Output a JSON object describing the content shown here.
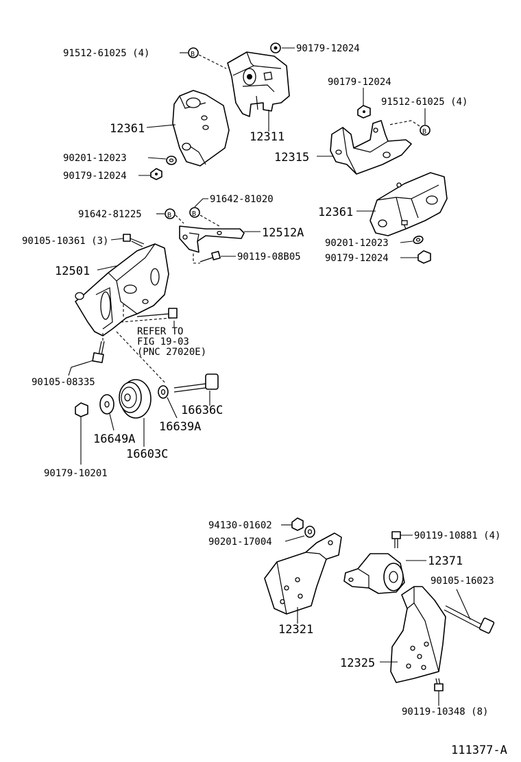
{
  "figure_code": "111377-A",
  "refer_note": [
    "REFER TO",
    "FIG 19-03",
    "(PNC 27020E)"
  ],
  "callout_marker": "B",
  "part_labels": {
    "p_91512_61025_a": "91512-61025 (4)",
    "p_90179_12024_a": "90179-12024",
    "p_12311": "12311",
    "p_12361_a": "12361",
    "p_90201_12023_a": "90201-12023",
    "p_90179_12024_b": "90179-12024",
    "p_90179_12024_c": "90179-12024",
    "p_91512_61025_b": "91512-61025 (4)",
    "p_12315": "12315",
    "p_12361_b": "12361",
    "p_90201_12023_b": "90201-12023",
    "p_90179_12024_d": "90179-12024",
    "p_91642_81020": "91642-81020",
    "p_91642_81225": "91642-81225",
    "p_12512a": "12512A",
    "p_90105_10361": "90105-10361 (3)",
    "p_90119_08b05": "90119-08B05",
    "p_12501": "12501",
    "p_90105_08335": "90105-08335",
    "p_16636c": "16636C",
    "p_16639a": "16639A",
    "p_16649a": "16649A",
    "p_16603c": "16603C",
    "p_90179_10201": "90179-10201",
    "p_94130_01602": "94130-01602",
    "p_90201_17004": "90201-17004",
    "p_12321": "12321",
    "p_90119_10881": "90119-10881 (4)",
    "p_12371": "12371",
    "p_90105_16023": "90105-16023",
    "p_12325": "12325",
    "p_90119_10348": "90119-10348 (8)"
  }
}
